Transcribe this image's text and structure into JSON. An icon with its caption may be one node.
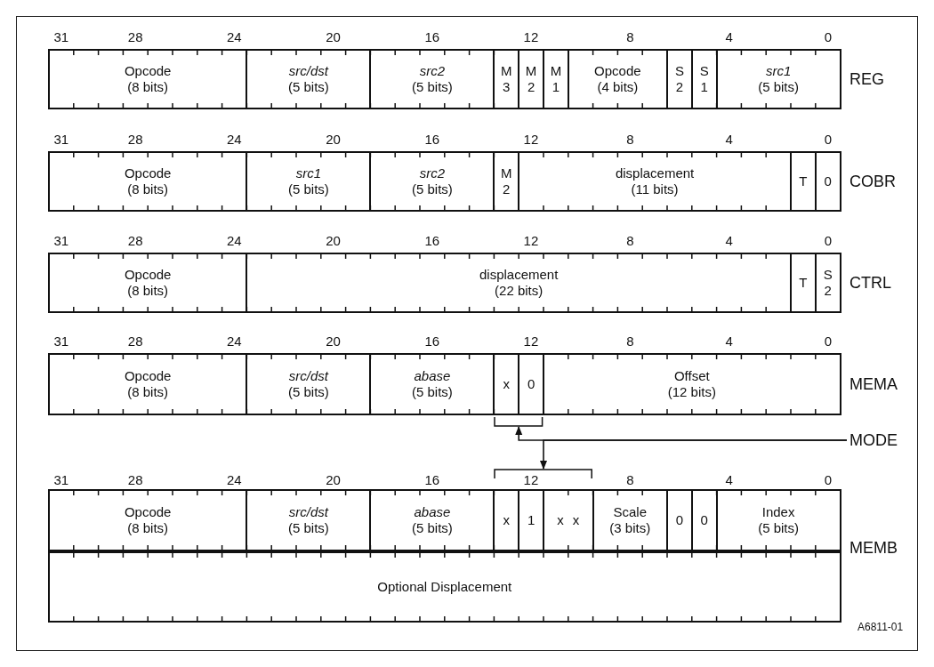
{
  "diagram": {
    "nodes": [
      {
        "text": [
          "Opcode",
          "(8 bits)"
        ]
      },
      {
        "text": [
          "src/dst",
          "(5 bits)"
        ]
      },
      {
        "text": [
          "src2",
          "(5 bits)"
        ]
      },
      {
        "text": [
          "M",
          "3"
        ]
      },
      {
        "text": [
          "M",
          "2"
        ]
      },
      {
        "text": [
          "M",
          "1"
        ]
      },
      {
        "text": [
          "Opcode",
          "(4 bits)"
        ]
      },
      {
        "text": [
          "S",
          "2"
        ]
      },
      {
        "text": [
          "S",
          "1"
        ]
      },
      {
        "text": [
          "src1",
          "(5 bits)"
        ]
      },
      {
        "text": [
          "Opcode",
          "(8 bits)"
        ]
      },
      {
        "text": [
          "src1",
          "(5 bits)"
        ]
      },
      {
        "text": [
          "src2",
          "(5 bits)"
        ]
      },
      {
        "text": [
          "M",
          "2"
        ]
      },
      {
        "text": [
          "displacement",
          "(11 bits)"
        ]
      },
      {
        "text": [
          "T"
        ]
      },
      {
        "text": [
          "0"
        ]
      },
      {
        "text": [
          "Opcode",
          "(8 bits)"
        ]
      },
      {
        "text": [
          "displacement",
          "(22 bits)"
        ]
      },
      {
        "text": [
          "T"
        ]
      },
      {
        "text": [
          "S",
          "2"
        ]
      },
      {
        "text": [
          "Opcode",
          "(8 bits)"
        ]
      },
      {
        "text": [
          "src/dst",
          "(5 bits)"
        ]
      },
      {
        "text": [
          "abase",
          "(5 bits)"
        ]
      },
      {
        "text": [
          "x"
        ]
      },
      {
        "text": [
          "0"
        ]
      },
      {
        "text": [
          "Offset",
          "(12 bits)"
        ]
      },
      {
        "text": [],
        "shape": "bracket"
      },
      {
        "text": [
          "MODE"
        ]
      },
      {
        "text": [],
        "shape": "bracket"
      },
      {
        "text": [
          "Opcode",
          "(8 bits)"
        ]
      },
      {
        "text": [
          "src/dst",
          "(5 bits)"
        ]
      },
      {
        "text": [
          "abase",
          "(5 bits)"
        ]
      },
      {
        "text": [
          "x"
        ]
      },
      {
        "text": [
          "1"
        ]
      },
      {
        "text": [
          "x",
          "x"
        ]
      },
      {
        "text": [
          "Scale",
          "(3 bits)"
        ]
      },
      {
        "text": [
          "0"
        ]
      },
      {
        "text": [
          "0"
        ]
      },
      {
        "text": [
          "Index",
          "(5 bits)"
        ]
      },
      {
        "text": [
          "Optional Displacement"
        ]
      }
    ],
    "edges": [
      {
        "from": 28,
        "to": 27,
        "arrow": "to"
      },
      {
        "from": 28,
        "to": 29,
        "arrow": "to"
      }
    ],
    "labels": [
      "31",
      "28",
      "24",
      "20",
      "16",
      "12",
      "8",
      "4",
      "0",
      "REG",
      "31",
      "28",
      "24",
      "20",
      "16",
      "12",
      "8",
      "4",
      "0",
      "COBR",
      "31",
      "28",
      "24",
      "20",
      "16",
      "12",
      "8",
      "4",
      "0",
      "CTRL",
      "31",
      "28",
      "24",
      "20",
      "16",
      "12",
      "8",
      "4",
      "0",
      "MEMA",
      "31",
      "28",
      "24",
      "20",
      "16",
      "12",
      "8",
      "4",
      "0",
      "MEMB",
      "A6811-01"
    ]
  }
}
